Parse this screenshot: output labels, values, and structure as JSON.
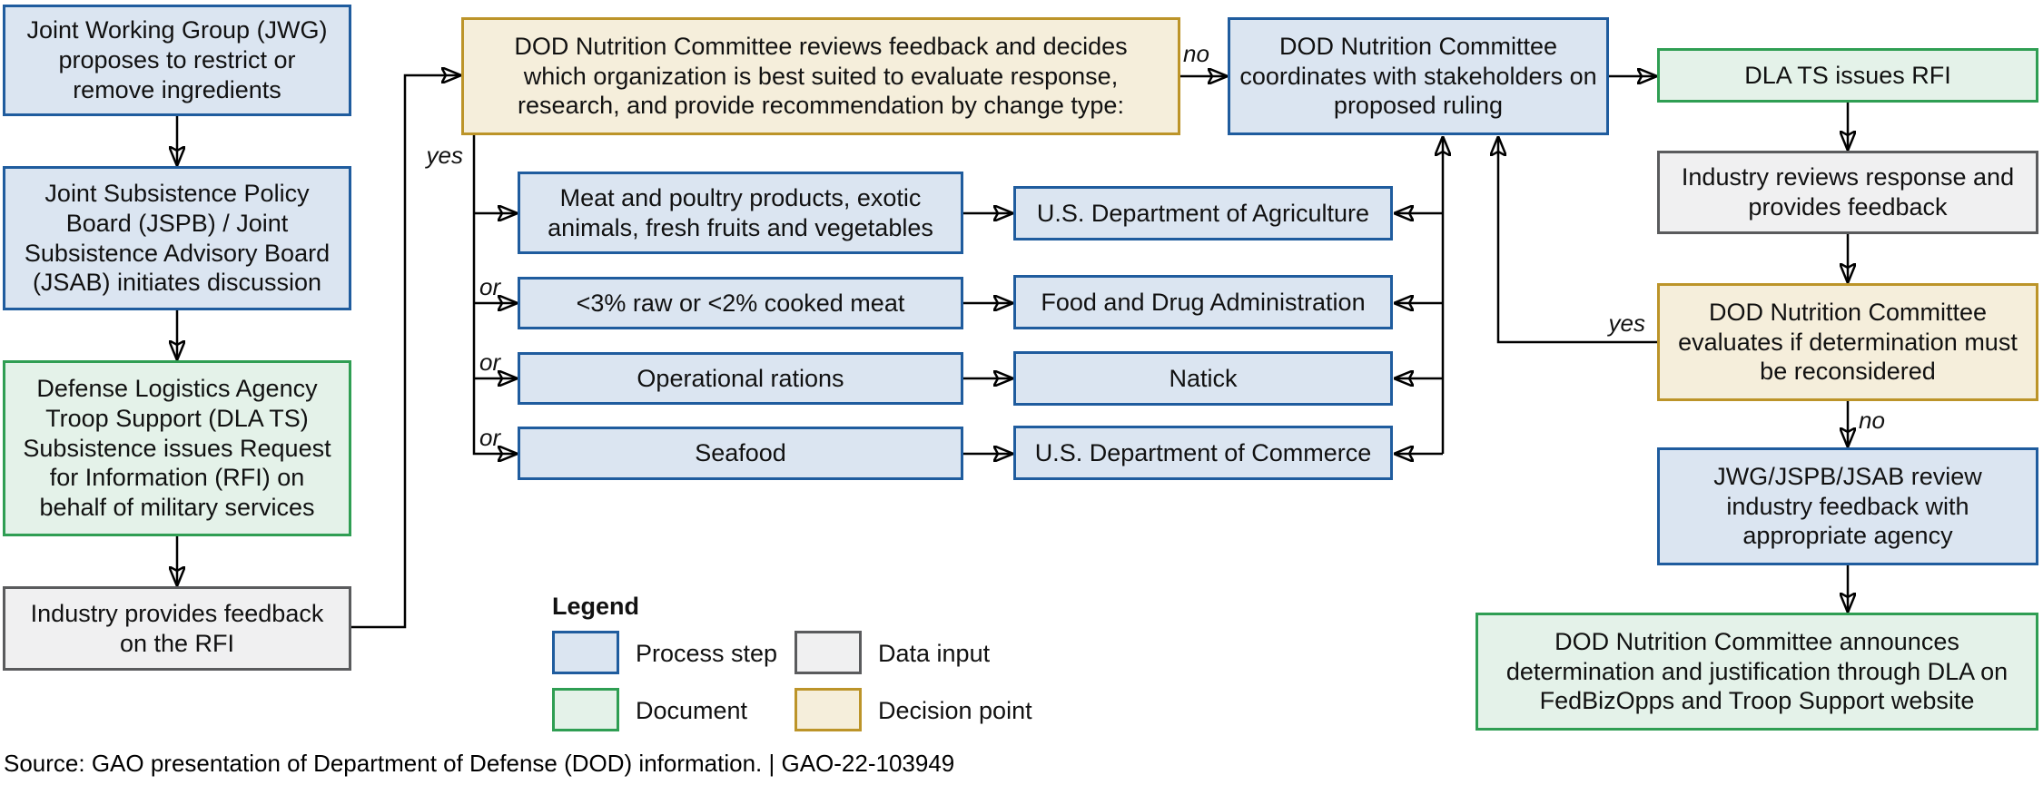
{
  "nodes": {
    "jwg": {
      "type": "process",
      "text": "Joint Working Group (JWG) proposes to restrict or remove ingredients"
    },
    "jspb": {
      "type": "process",
      "text": "Joint Subsistence Policy Board (JSPB) / Joint Subsistence Advisory Board (JSAB) initiates discussion"
    },
    "dla": {
      "type": "document",
      "text": "Defense Logistics Agency Troop Support (DLA TS) Subsistence issues Request for Information (RFI) on behalf of military services"
    },
    "industry1": {
      "type": "data",
      "text": "Industry provides feedback on the RFI"
    },
    "decision1": {
      "type": "decision",
      "text": "DOD Nutrition Committee reviews feedback and decides which organization is best suited to evaluate response, research, and provide recommendation by change type:"
    },
    "coordinates": {
      "type": "process",
      "text": "DOD Nutrition Committee coordinates with stakeholders on proposed ruling"
    },
    "cat1": {
      "type": "process",
      "text": "Meat and poultry products, exotic animals, fresh fruits and vegetables"
    },
    "cat2": {
      "type": "process",
      "text": "<3% raw or <2% cooked meat"
    },
    "cat3": {
      "type": "process",
      "text": "Operational rations"
    },
    "cat4": {
      "type": "process",
      "text": "Seafood"
    },
    "agency1": {
      "type": "process",
      "text": "U.S. Department of Agriculture"
    },
    "agency2": {
      "type": "process",
      "text": "Food and Drug Administration"
    },
    "agency3": {
      "type": "process",
      "text": "Natick"
    },
    "agency4": {
      "type": "process",
      "text": "U.S. Department of Commerce"
    },
    "dlats": {
      "type": "document",
      "text": "DLA TS issues RFI"
    },
    "industry2": {
      "type": "data",
      "text": "Industry reviews response and provides feedback"
    },
    "decision2": {
      "type": "decision",
      "text": "DOD Nutrition Committee evaluates if determination must be reconsidered"
    },
    "review": {
      "type": "process",
      "text": "JWG/JSPB/JSAB review industry feedback with appropriate agency"
    },
    "announce": {
      "type": "document",
      "text": "DOD Nutrition Committee announces determination and justification through DLA on FedBizOpps and Troop Support website"
    }
  },
  "labels": {
    "yes": "yes",
    "no": "no",
    "or": "or"
  },
  "legend": {
    "title": "Legend",
    "items": [
      {
        "label": "Process step",
        "type": "process"
      },
      {
        "label": "Data input",
        "type": "data"
      },
      {
        "label": "Document",
        "type": "document"
      },
      {
        "label": "Decision point",
        "type": "decision"
      }
    ]
  },
  "source": "Source: GAO presentation of Department of Defense (DOD) information.  |  GAO-22-103949",
  "colors": {
    "process_fill": "#dbe5f1",
    "process_border": "#1f5c9e",
    "document_fill": "#e4f2e9",
    "document_border": "#2f9e53",
    "data_fill": "#f0f0f1",
    "data_border": "#5a5b5d",
    "decision_fill": "#f5eedb",
    "decision_border": "#bc9429",
    "line": "#000000",
    "text": "#111111",
    "background": "#ffffff"
  }
}
